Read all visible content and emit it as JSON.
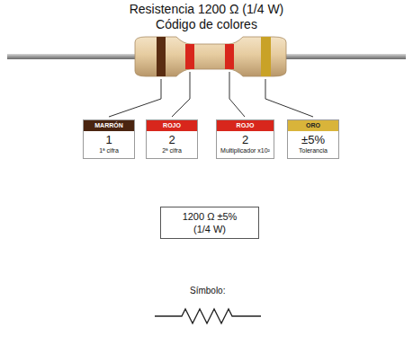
{
  "diagram": {
    "title": "Resistencia 1200 Ω (1/4 W) Código de colores",
    "nodes": [
      {
        "text": [
          "MARRÓN",
          "1",
          "1ª cifra"
        ]
      },
      {
        "text": [
          "ROJO",
          "2",
          "2ª cifra"
        ]
      },
      {
        "text": [
          "ROJO",
          "2",
          "Multiplicador x10²"
        ]
      },
      {
        "text": [
          "ORO",
          "±5%",
          "Tolerancia"
        ]
      },
      {
        "text": [
          "1200 Ω ±5% (1/4 W)"
        ]
      }
    ],
    "labels": [
      "Símbolo:"
    ]
  }
}
